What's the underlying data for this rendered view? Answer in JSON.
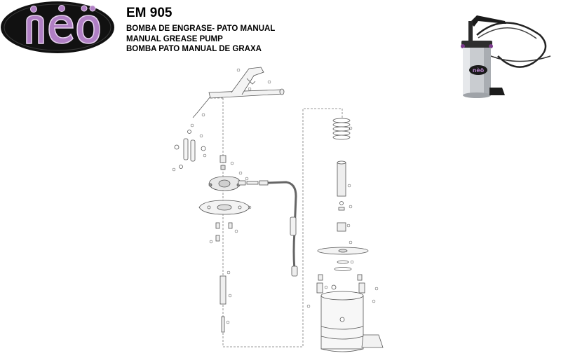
{
  "brand": {
    "logo_text": "nèö",
    "logo_colors": {
      "dark": "#1a1a1a",
      "purple": "#6b2a7a",
      "light": "#b88bc7"
    }
  },
  "header": {
    "model": "EM 905",
    "titles": [
      "BOMBA DE ENGRASE- PATO MANUAL",
      "MANUAL GREASE PUMP",
      "BOMBA PATO MANUAL DE GRAXA"
    ]
  },
  "product_photo": {
    "label": "nèö",
    "icon": "grease-pump-photo"
  }
}
